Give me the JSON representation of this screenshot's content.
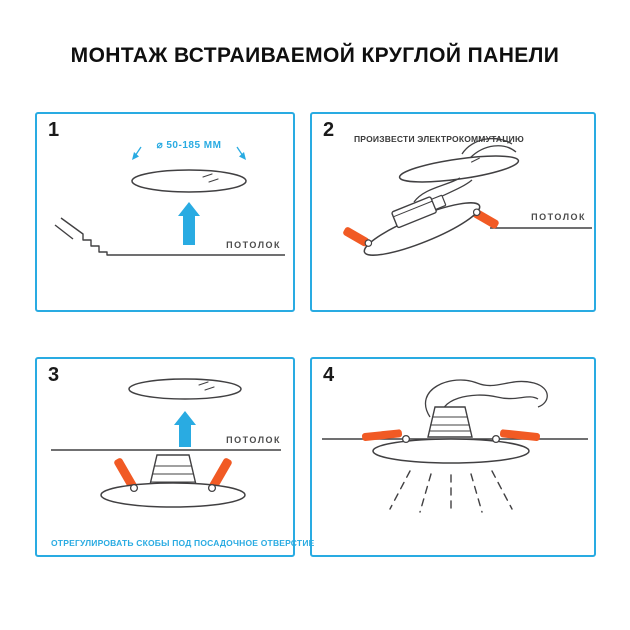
{
  "page": {
    "title": "МОНТАЖ ВСТРАИВАЕМОЙ КРУГЛОЙ ПАНЕЛИ"
  },
  "colors": {
    "panel_border": "#29abe2",
    "accent_blue": "#29abe2",
    "clip_orange": "#f15a24",
    "outline_dark": "#414042",
    "title_text": "#0f0f0f",
    "ceiling_text": "#4c4c4c"
  },
  "steps": [
    {
      "number": "1",
      "diameter_label": "⌀ 50-185 ММ",
      "ceiling_label": "ПОТОЛОК"
    },
    {
      "number": "2",
      "instruction": "ПРОИЗВЕСТИ ЭЛЕКТРОКОММУТАЦИЮ",
      "ceiling_label": "ПОТОЛОК"
    },
    {
      "number": "3",
      "ceiling_label": "ПОТОЛОК",
      "instruction": "ОТРЕГУЛИРОВАТЬ СКОБЫ ПОД ПОСАДОЧНОЕ ОТВЕРСТИЕ"
    },
    {
      "number": "4"
    }
  ]
}
